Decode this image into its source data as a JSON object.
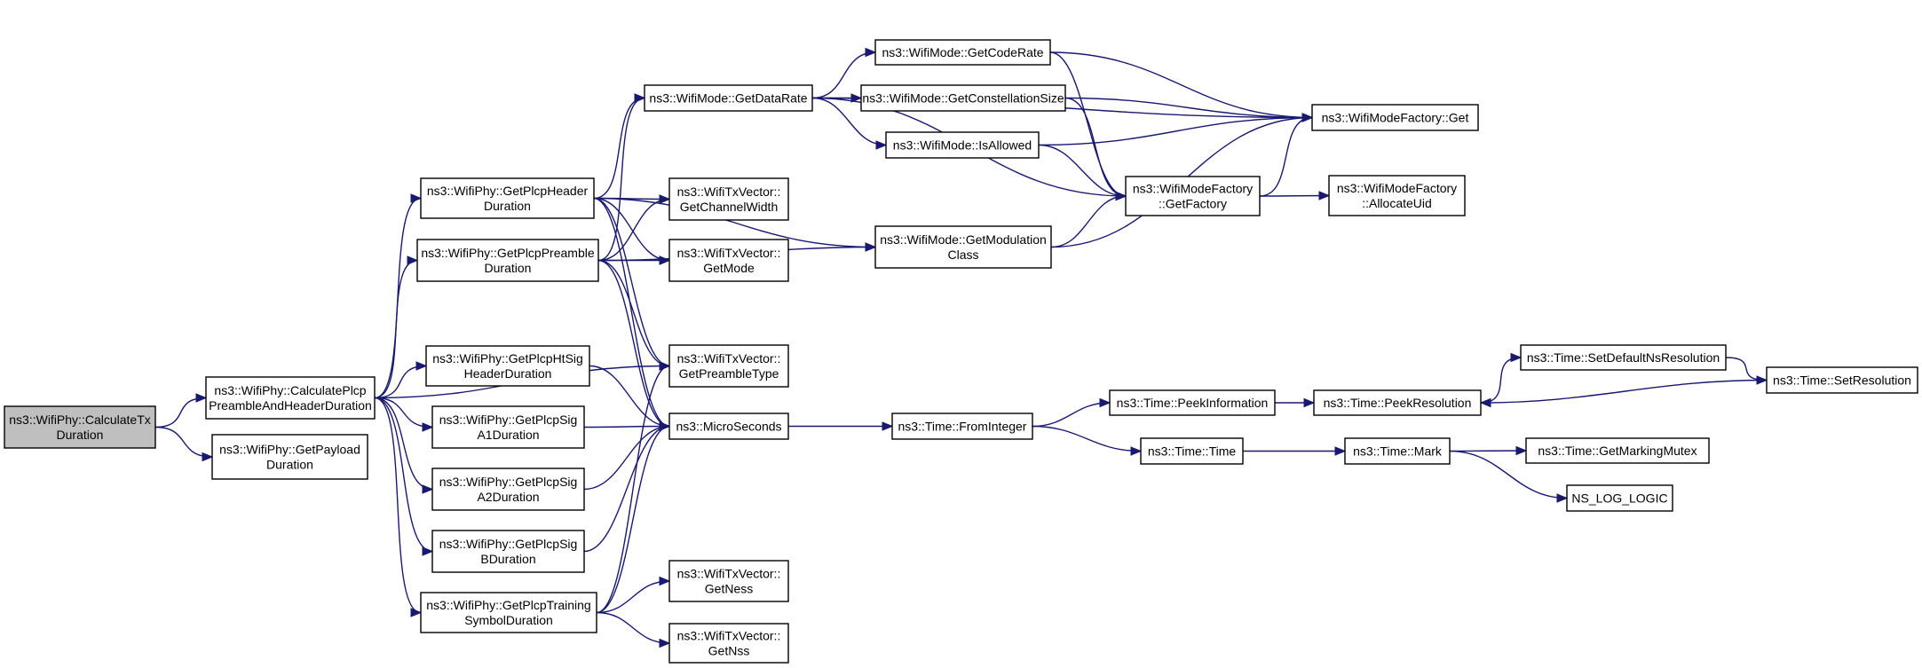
{
  "title": "",
  "colors": {
    "edge": "#191970",
    "root_fill": "#bfbfbf",
    "node_fill": "#ffffff",
    "node_stroke": "#000000"
  },
  "nodes": {
    "n0": {
      "lines": [
        "ns3::WifiPhy::CalculateTx",
        "Duration"
      ],
      "root": true
    },
    "n1": {
      "lines": [
        "ns3::WifiPhy::CalculatePlcp",
        "PreambleAndHeaderDuration"
      ]
    },
    "n2": {
      "lines": [
        "ns3::WifiPhy::GetPayload",
        "Duration"
      ]
    },
    "n3": {
      "lines": [
        "ns3::WifiPhy::GetPlcpHeader",
        "Duration"
      ]
    },
    "n4": {
      "lines": [
        "ns3::WifiPhy::GetPlcpPreamble",
        "Duration"
      ]
    },
    "n5": {
      "lines": [
        "ns3::WifiPhy::GetPlcpHtSig",
        "HeaderDuration"
      ]
    },
    "n6": {
      "lines": [
        "ns3::WifiPhy::GetPlcpSig",
        "A1Duration"
      ]
    },
    "n7": {
      "lines": [
        "ns3::WifiPhy::GetPlcpSig",
        "A2Duration"
      ]
    },
    "n8": {
      "lines": [
        "ns3::WifiPhy::GetPlcpSig",
        "BDuration"
      ]
    },
    "n9": {
      "lines": [
        "ns3::WifiPhy::GetPlcpTraining",
        "SymbolDuration"
      ]
    },
    "n10": {
      "lines": [
        "ns3::WifiMode::GetDataRate"
      ]
    },
    "n11": {
      "lines": [
        "ns3::WifiTxVector::",
        "GetChannelWidth"
      ]
    },
    "n12": {
      "lines": [
        "ns3::WifiTxVector::",
        "GetMode"
      ]
    },
    "n13": {
      "lines": [
        "ns3::WifiTxVector::",
        "GetPreambleType"
      ]
    },
    "n14": {
      "lines": [
        "ns3::MicroSeconds"
      ]
    },
    "n15": {
      "lines": [
        "ns3::WifiTxVector::",
        "GetNess"
      ]
    },
    "n16": {
      "lines": [
        "ns3::WifiTxVector::",
        "GetNss"
      ]
    },
    "n17": {
      "lines": [
        "ns3::WifiMode::GetCodeRate"
      ]
    },
    "n18": {
      "lines": [
        "ns3::WifiMode::GetConstellationSize"
      ]
    },
    "n19": {
      "lines": [
        "ns3::WifiMode::IsAllowed"
      ]
    },
    "n20": {
      "lines": [
        "ns3::WifiMode::GetModulation",
        "Class"
      ]
    },
    "n21": {
      "lines": [
        "ns3::WifiModeFactory::Get"
      ]
    },
    "n22": {
      "lines": [
        "ns3::WifiModeFactory",
        "::GetFactory"
      ]
    },
    "n23": {
      "lines": [
        "ns3::WifiModeFactory",
        "::AllocateUid"
      ]
    },
    "n24": {
      "lines": [
        "ns3::Time::FromInteger"
      ]
    },
    "n25": {
      "lines": [
        "ns3::Time::PeekInformation"
      ]
    },
    "n26": {
      "lines": [
        "ns3::Time::Time"
      ]
    },
    "n27": {
      "lines": [
        "ns3::Time::PeekResolution"
      ]
    },
    "n28": {
      "lines": [
        "ns3::Time::Mark"
      ]
    },
    "n29": {
      "lines": [
        "ns3::Time::SetDefaultNsResolution"
      ]
    },
    "n30": {
      "lines": [
        "ns3::Time::SetResolution"
      ]
    },
    "n31": {
      "lines": [
        "ns3::Time::GetMarkingMutex"
      ]
    },
    "n32": {
      "lines": [
        "NS_LOG_LOGIC"
      ]
    }
  },
  "edges": [
    [
      "n0",
      "n1"
    ],
    [
      "n0",
      "n2"
    ],
    [
      "n1",
      "n3"
    ],
    [
      "n1",
      "n4"
    ],
    [
      "n1",
      "n5"
    ],
    [
      "n1",
      "n6"
    ],
    [
      "n1",
      "n7"
    ],
    [
      "n1",
      "n8"
    ],
    [
      "n1",
      "n9"
    ],
    [
      "n1",
      "n13"
    ],
    [
      "n3",
      "n10"
    ],
    [
      "n3",
      "n11"
    ],
    [
      "n3",
      "n12"
    ],
    [
      "n3",
      "n13"
    ],
    [
      "n3",
      "n14"
    ],
    [
      "n3",
      "n20"
    ],
    [
      "n4",
      "n10"
    ],
    [
      "n4",
      "n11"
    ],
    [
      "n4",
      "n12"
    ],
    [
      "n4",
      "n13"
    ],
    [
      "n4",
      "n14"
    ],
    [
      "n4",
      "n20"
    ],
    [
      "n5",
      "n14"
    ],
    [
      "n6",
      "n14"
    ],
    [
      "n7",
      "n14"
    ],
    [
      "n8",
      "n14"
    ],
    [
      "n9",
      "n13"
    ],
    [
      "n9",
      "n14"
    ],
    [
      "n9",
      "n15"
    ],
    [
      "n9",
      "n16"
    ],
    [
      "n10",
      "n17"
    ],
    [
      "n10",
      "n18"
    ],
    [
      "n10",
      "n19"
    ],
    [
      "n10",
      "n21"
    ],
    [
      "n10",
      "n22"
    ],
    [
      "n17",
      "n21"
    ],
    [
      "n17",
      "n22"
    ],
    [
      "n18",
      "n21"
    ],
    [
      "n18",
      "n22"
    ],
    [
      "n19",
      "n21"
    ],
    [
      "n19",
      "n22"
    ],
    [
      "n20",
      "n21"
    ],
    [
      "n20",
      "n22"
    ],
    [
      "n22",
      "n21"
    ],
    [
      "n22",
      "n23"
    ],
    [
      "n14",
      "n24"
    ],
    [
      "n24",
      "n25"
    ],
    [
      "n24",
      "n26"
    ],
    [
      "n25",
      "n27"
    ],
    [
      "n26",
      "n28"
    ],
    [
      "n27",
      "n29"
    ],
    [
      "n29",
      "n30"
    ],
    [
      "n30",
      "n27"
    ],
    [
      "n28",
      "n31"
    ],
    [
      "n28",
      "n32"
    ]
  ]
}
